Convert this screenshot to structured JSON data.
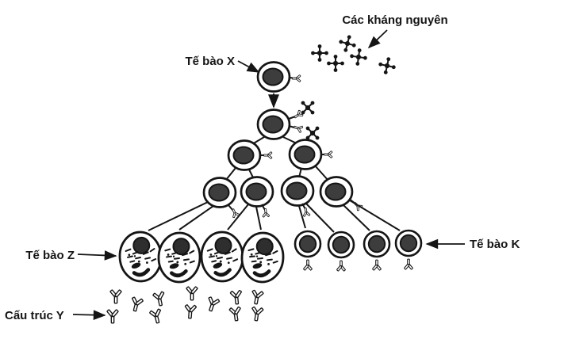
{
  "figure": {
    "background": "#ffffff",
    "ink_color": "#151515",
    "nucleus_color": "#3d3d3d"
  },
  "labels": {
    "antigens": "Các kháng nguyên",
    "cell_x": "Tế bào X",
    "cell_z": "Tế bào Z",
    "cell_k": "Tế bào K",
    "structure_y": "Cấu trúc Y"
  },
  "structure": {
    "antigen_count": 5,
    "bound_antigen_count": 2,
    "generation_cell_counts": [
      1,
      1,
      2,
      4
    ],
    "plasma_cell_count": 4,
    "memory_cell_count": 4,
    "antibody_count": 12
  }
}
